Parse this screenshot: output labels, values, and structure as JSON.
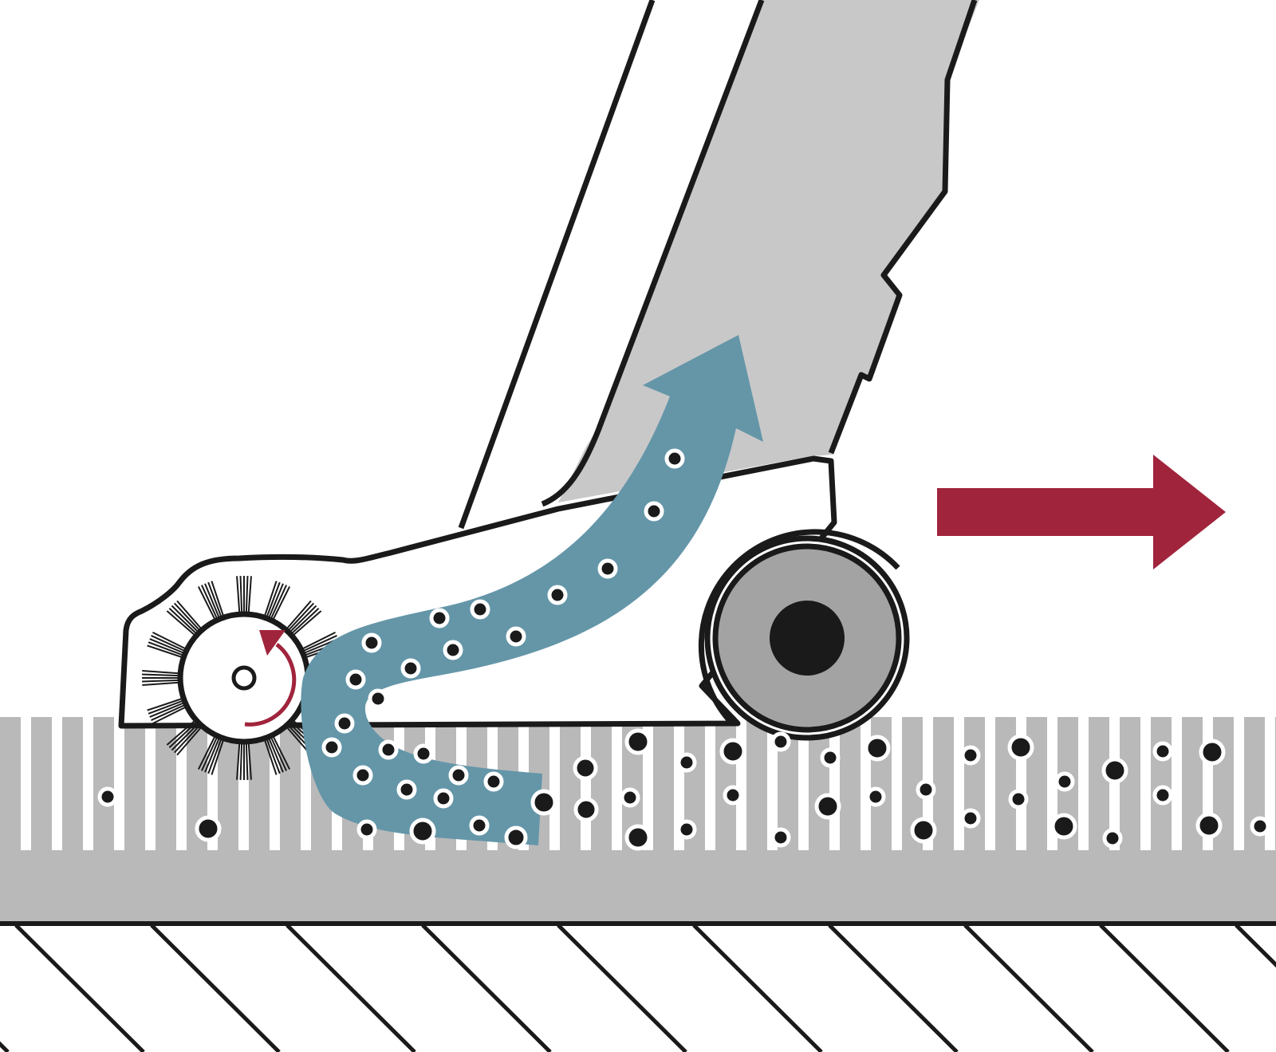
{
  "colors": {
    "background": "#ffffff",
    "outline": "#1a1a1a",
    "tube_gray": "#c8c8c8",
    "carpet_gray": "#b9b9b9",
    "wheel_gray": "#a3a3a3",
    "airflow_blue": "#6496a8",
    "motion_red": "#a0243c",
    "dirt_black": "#1a1a1a"
  },
  "parts": [
    "suction-tube",
    "nozzle-housing",
    "brush-roll",
    "brush-rotation-arrow",
    "rear-wheel",
    "suction-airflow-arrow",
    "dirt-particles",
    "carpet-pile",
    "carpet-backing",
    "floor-hatching",
    "motion-direction-arrow"
  ]
}
